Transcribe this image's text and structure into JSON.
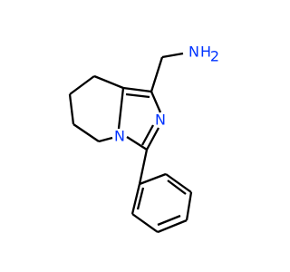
{
  "colors": {
    "background": "#ffffff",
    "bond": "#000000",
    "nitrogen": "#0033ff"
  },
  "labels": {
    "amine_n": "N",
    "amine_h": "H",
    "amine_h_count": "2",
    "ring_n_imidazole": "N",
    "ring_n_bridgehead": "N"
  }
}
